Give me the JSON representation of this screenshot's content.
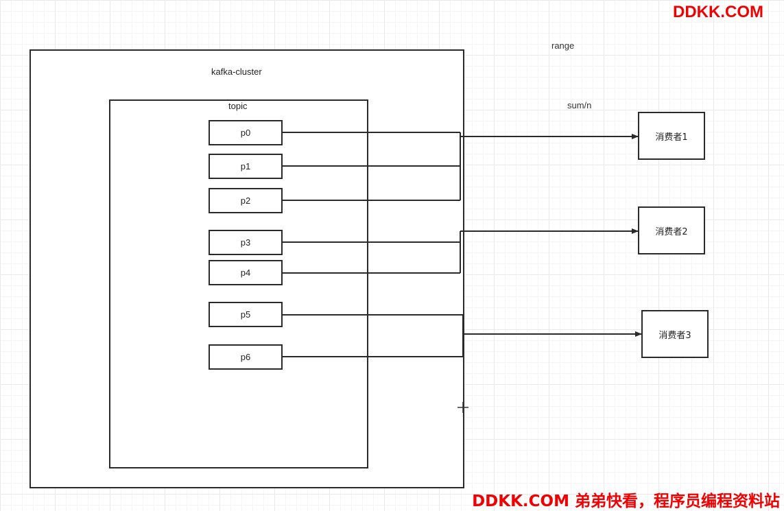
{
  "watermark_top": "DDKK.COM",
  "watermark_bottom": "DDKK.COM 弟弟快看，程序员编程资料站",
  "diagram": {
    "cluster_label": "kafka-cluster",
    "topic_label": "topic",
    "strategy_label": "range",
    "formula_label": "sum/n",
    "partitions": [
      "p0",
      "p1",
      "p2",
      "p3",
      "p4",
      "p5",
      "p6"
    ],
    "consumers": [
      "消费者1",
      "消费者2",
      "消费者3"
    ],
    "assignments": [
      {
        "consumer": "消费者1",
        "partitions": [
          "p0",
          "p1",
          "p2"
        ]
      },
      {
        "consumer": "消费者2",
        "partitions": [
          "p3",
          "p4"
        ]
      },
      {
        "consumer": "消费者3",
        "partitions": [
          "p5",
          "p6"
        ]
      }
    ]
  }
}
